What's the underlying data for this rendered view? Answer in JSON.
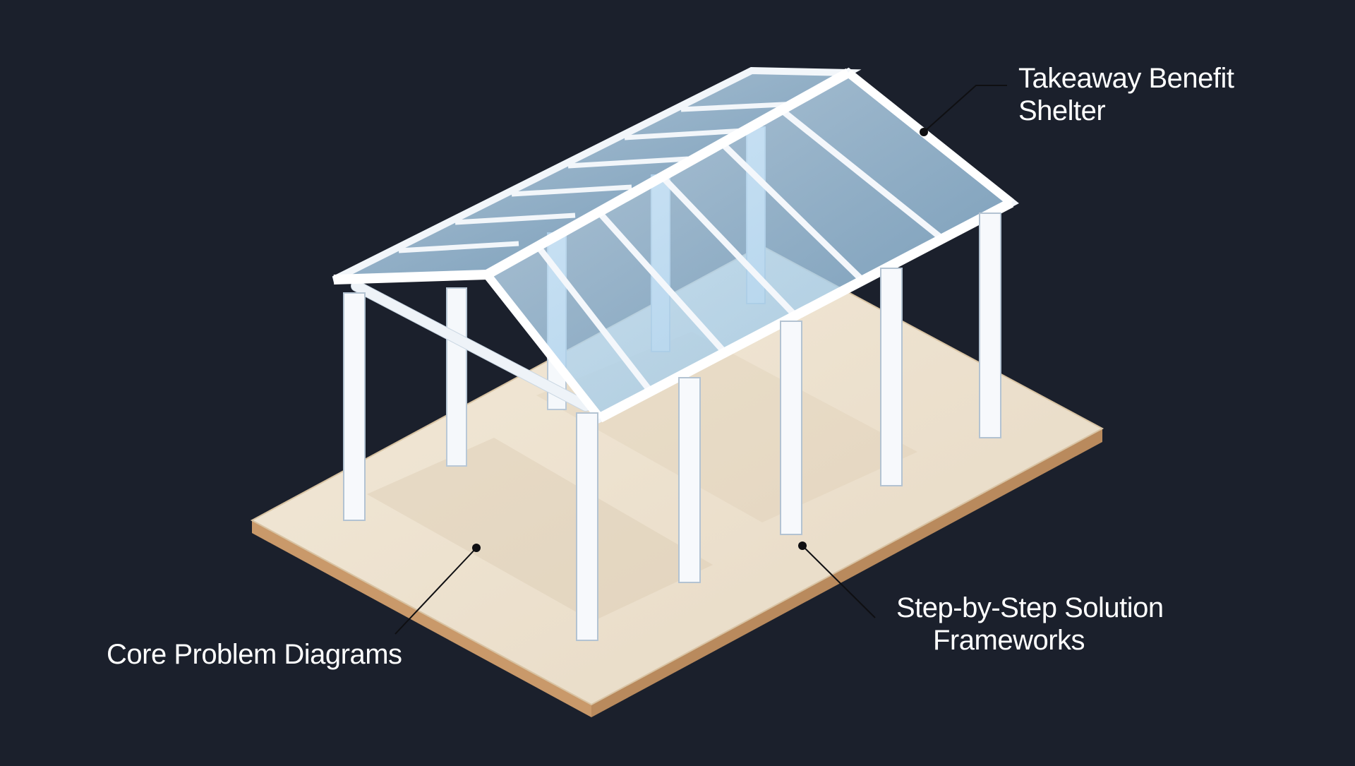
{
  "colors": {
    "background": "#1b202c",
    "slab_top": "#efe4d3",
    "slab_edge": "#d1a77a",
    "frame": "#f3f6fa",
    "glass": "#a9cde8",
    "leader": "#111111"
  },
  "callouts": {
    "top_right": {
      "line1": "Takeaway Benefit",
      "line2": "Shelter"
    },
    "bottom_right": {
      "line1": "Step-by-Step Solution",
      "line2": "Frameworks"
    },
    "bottom_left": {
      "line1": "Core Problem Diagrams"
    }
  }
}
